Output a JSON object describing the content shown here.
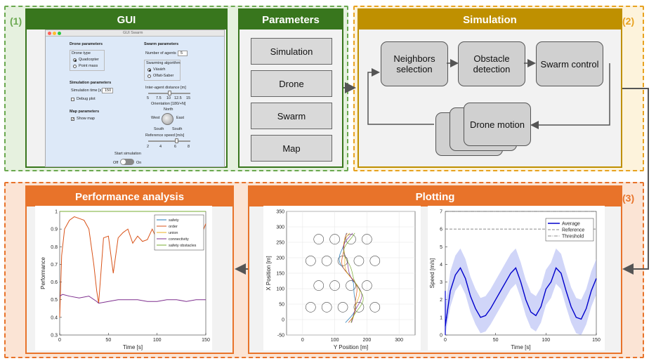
{
  "regions": {
    "r1": {
      "label": "(1)",
      "border": "#6aa84f",
      "bg": "#e6f1df"
    },
    "r2": {
      "label": "(2)",
      "border": "#e8a21f",
      "bg": "#fdf3dc"
    },
    "r3": {
      "label": "(3)",
      "border": "#e8732a",
      "bg": "#fbe4d5"
    }
  },
  "gui": {
    "title": "GUI",
    "window_title": "GUI Swarm",
    "drone_parameters": "Drone parameters",
    "drone_type": "Drone type",
    "quadcopter": "Quadcopter",
    "point_mass": "Point mass",
    "simulation_parameters": "Simulation parameters",
    "simulation_time": "Simulation time [s]",
    "simulation_time_value": "150",
    "debug_plot": "Debug plot",
    "map_parameters": "Map parameters",
    "show_map": "Show map",
    "swarm_parameters": "Swarm parameters",
    "number_of_agents": "Number of agents",
    "number_of_agents_value": "5",
    "swarming_algorithm": "Swarming algorithm",
    "vasarhelyi": "Vásárh",
    "olfati_saber": "Olfati-Saber",
    "inter_agent_distance": "Inter-agent distance [m]",
    "distance_ticks": [
      "5",
      "7.5",
      "10",
      "12.5",
      "15"
    ],
    "orientation": "Orientation [180/+N]",
    "north": "North",
    "west": "West",
    "east": "East",
    "south": "South",
    "south2": "South",
    "reference_speed": "Reference speed [m/s]",
    "speed_ticks": [
      "2",
      "4",
      "6",
      "8"
    ],
    "start_simulation": "Start simulation",
    "off": "Off",
    "on": "On"
  },
  "parameters": {
    "title": "Parameters",
    "buttons": [
      "Simulation",
      "Drone",
      "Swarm",
      "Map"
    ]
  },
  "simulation": {
    "title": "Simulation",
    "neighbors": "Neighbors selection",
    "obstacle": "Obstacle detection",
    "swarm_control": "Swarm control",
    "drone_motion": "Drone motion"
  },
  "performance": {
    "title": "Performance analysis",
    "chart_data": {
      "type": "line",
      "xlabel": "Time [s]",
      "ylabel": "Performance",
      "xlim": [
        0,
        150
      ],
      "ylim": [
        0.3,
        1
      ],
      "xticks": [
        "0",
        "50",
        "100",
        "150"
      ],
      "yticks": [
        "0.3",
        "0.4",
        "0.5",
        "0.6",
        "0.7",
        "0.8",
        "0.9",
        "1"
      ],
      "legend_position": "top-right",
      "series": [
        {
          "name": "safety",
          "color": "#1f77b4",
          "x": [
            0,
            150
          ],
          "y": [
            1,
            1
          ]
        },
        {
          "name": "order",
          "color": "#d95319",
          "x": [
            0,
            2,
            5,
            10,
            15,
            20,
            25,
            30,
            35,
            38,
            40,
            45,
            50,
            55,
            60,
            65,
            70,
            75,
            80,
            85,
            90,
            95,
            100,
            105,
            110,
            115,
            120,
            125,
            130,
            135,
            140,
            145,
            150
          ],
          "y": [
            0.4,
            0.75,
            0.9,
            0.95,
            0.97,
            0.96,
            0.95,
            0.9,
            0.7,
            0.55,
            0.48,
            0.85,
            0.86,
            0.65,
            0.85,
            0.88,
            0.9,
            0.82,
            0.86,
            0.83,
            0.84,
            0.9,
            0.84,
            0.82,
            0.86,
            0.8,
            0.87,
            0.9,
            0.87,
            0.88,
            0.9,
            0.86,
            0.93
          ]
        },
        {
          "name": "union",
          "color": "#edb120",
          "x": [
            0,
            150
          ],
          "y": [
            1,
            1
          ]
        },
        {
          "name": "connectivity",
          "color": "#7e2f8e",
          "x": [
            0,
            3,
            10,
            20,
            30,
            38,
            40,
            50,
            60,
            70,
            80,
            90,
            100,
            110,
            120,
            130,
            140,
            150
          ],
          "y": [
            0.52,
            0.53,
            0.52,
            0.51,
            0.52,
            0.49,
            0.48,
            0.49,
            0.5,
            0.5,
            0.5,
            0.49,
            0.49,
            0.5,
            0.5,
            0.49,
            0.5,
            0.5
          ]
        },
        {
          "name": "safety obstacles",
          "color": "#77ac30",
          "x": [
            0,
            150
          ],
          "y": [
            1,
            1
          ]
        }
      ]
    }
  },
  "plotting": {
    "title": "Plotting",
    "trajectory": {
      "chart_data": {
        "type": "scatter",
        "xlabel": "Y Position [m]",
        "ylabel": "X Position [m]",
        "xlim": [
          -50,
          350
        ],
        "ylim": [
          -50,
          350
        ],
        "xticks": [
          "0",
          "100",
          "200",
          "300"
        ],
        "yticks": [
          "-50",
          "0",
          "50",
          "100",
          "150",
          "200",
          "250",
          "300",
          "350"
        ],
        "obstacles": [
          {
            "x": 50,
            "y": 260
          },
          {
            "x": 100,
            "y": 260
          },
          {
            "x": 150,
            "y": 260
          },
          {
            "x": 200,
            "y": 260
          },
          {
            "x": 25,
            "y": 190
          },
          {
            "x": 75,
            "y": 190
          },
          {
            "x": 125,
            "y": 190
          },
          {
            "x": 175,
            "y": 190
          },
          {
            "x": 225,
            "y": 190
          },
          {
            "x": 50,
            "y": 110
          },
          {
            "x": 100,
            "y": 110
          },
          {
            "x": 150,
            "y": 110
          },
          {
            "x": 200,
            "y": 110
          },
          {
            "x": 25,
            "y": 40
          },
          {
            "x": 75,
            "y": 40
          },
          {
            "x": 125,
            "y": 40
          },
          {
            "x": 175,
            "y": 40
          },
          {
            "x": 225,
            "y": 40
          }
        ],
        "path_colors": [
          "#1f77b4",
          "#d95319",
          "#edb120",
          "#7e2f8e",
          "#77ac30"
        ]
      }
    },
    "speed": {
      "chart_data": {
        "type": "line",
        "xlabel": "Time [s]",
        "ylabel": "Speed [m/s]",
        "xlim": [
          0,
          150
        ],
        "ylim": [
          0,
          7
        ],
        "xticks": [
          "0",
          "50",
          "100",
          "150"
        ],
        "yticks": [
          "0",
          "1",
          "2",
          "3",
          "4",
          "5",
          "6",
          "7"
        ],
        "legend_position": "top-right",
        "series": [
          {
            "name": "Average",
            "color": "#0000cc",
            "x": [
              0,
              5,
              10,
              15,
              20,
              25,
              30,
              35,
              40,
              45,
              50,
              55,
              60,
              65,
              70,
              75,
              80,
              85,
              90,
              95,
              100,
              105,
              110,
              115,
              120,
              125,
              130,
              135,
              140,
              145,
              150
            ],
            "y": [
              0.5,
              2.5,
              3.4,
              3.8,
              3.2,
              2.2,
              1.5,
              1.0,
              1.1,
              1.5,
              2.0,
              2.5,
              3.0,
              3.5,
              3.8,
              3.0,
              2.0,
              1.3,
              1.1,
              1.6,
              2.6,
              3.0,
              3.8,
              3.5,
              2.5,
              1.6,
              1.0,
              0.9,
              1.5,
              2.5,
              3.2
            ]
          },
          {
            "name": "Reference",
            "color": "#666666",
            "x": [
              0,
              150
            ],
            "y": [
              6,
              6
            ]
          },
          {
            "name": "Threshold",
            "color": "#666666",
            "x": [
              0,
              150
            ],
            "y": [
              7,
              7
            ]
          }
        ]
      }
    }
  }
}
